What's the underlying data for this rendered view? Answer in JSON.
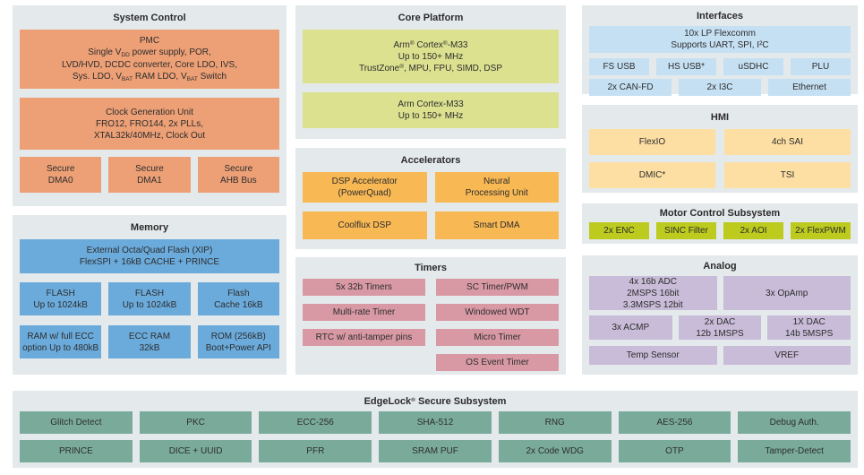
{
  "colors": {
    "section_bg": "#E4E9EB",
    "system_control_block": "#EDA076",
    "memory_block": "#6BABDC",
    "core_block": "#DBE18F",
    "accelerator_block": "#F8B854",
    "timer_block": "#D899A4",
    "interface_block": "#C6E0F3",
    "hmi_block": "#FDDFA4",
    "motor_block": "#BCCB1E",
    "analog_block": "#C8BCD8",
    "security_block": "#7AAB9A"
  },
  "sections": {
    "system_control": {
      "title": "System Control",
      "pmc": {
        "l1": "PMC",
        "l2": [
          "Single V",
          {
            "tag": "sub",
            "text": "DD"
          },
          " power supply, POR,"
        ],
        "l3": "LVD/HVD, DCDC converter, Core LDO, IVS,",
        "l4": [
          "Sys. LDO, V",
          {
            "tag": "sub",
            "text": "BAT"
          },
          " RAM LDO, V",
          {
            "tag": "sub",
            "text": "BAT"
          },
          " Switch"
        ]
      },
      "clock": "Clock Generation Unit\nFRO12, FRO144, 2x PLLs,\nXTAL32k/40MHz, Clock Out",
      "secure": [
        "Secure\nDMA0",
        "Secure\nDMA1",
        "Secure\nAHB Bus"
      ]
    },
    "memory": {
      "title": "Memory",
      "flash_xip": "External Octa/Quad Flash (XIP)\nFlexSPI + 16kB CACHE + PRINCE",
      "row1": [
        "FLASH\nUp to 1024kB",
        "FLASH\nUp to 1024kB",
        "Flash\nCache 16kB"
      ],
      "row2": [
        "RAM w/ full ECC\noption Up to 480kB",
        "ECC RAM\n32kB",
        "ROM (256kB)\nBoot+Power API"
      ]
    },
    "core_platform": {
      "title": "Core Platform",
      "cpu1": {
        "l1": [
          "Arm",
          {
            "tag": "sup",
            "text": "®"
          },
          " Cortex",
          {
            "tag": "sup",
            "text": "®"
          },
          "-M33"
        ],
        "l2": "Up to 150+ MHz",
        "l3": [
          "TrustZone",
          {
            "tag": "sup",
            "text": "®"
          },
          ", MPU, FPU, SIMD, DSP"
        ]
      },
      "cpu2": "Arm Cortex-M33\nUp to 150+ MHz"
    },
    "accelerators": {
      "title": "Accelerators",
      "blocks": [
        "DSP Accelerator\n(PowerQuad)",
        "Neural\nProcessing Unit",
        "Coolflux DSP",
        "Smart DMA"
      ]
    },
    "timers": {
      "title": "Timers",
      "left": [
        "5x 32b Timers",
        "Multi-rate Timer",
        "RTC w/ anti-tamper pins"
      ],
      "right": [
        "SC Timer/PWM",
        "Windowed WDT",
        "Micro Timer",
        "OS Event Timer"
      ]
    },
    "interfaces": {
      "title": "Interfaces",
      "flexcomm": "10x LP Flexcomm\nSupports UART, SPI, I²C",
      "row1": [
        "FS USB",
        "HS USB*",
        "uSDHC",
        "PLU"
      ],
      "row2": [
        "2x CAN-FD",
        "2x I3C",
        "Ethernet"
      ]
    },
    "hmi": {
      "title": "HMI",
      "blocks": [
        "FlexIO",
        "4ch SAI",
        "DMIC*",
        "TSI"
      ]
    },
    "motor": {
      "title": "Motor Control Subsystem",
      "blocks": [
        "2x ENC",
        "SINC Filter",
        "2x AOI",
        "2x FlexPWM"
      ]
    },
    "analog": {
      "title": "Analog",
      "adc": "4x 16b ADC\n2MSPS 16bit\n3.3MSPS 12bit",
      "opamp": "3x OpAmp",
      "row2": [
        "3x ACMP",
        "2x DAC\n12b 1MSPS",
        "1X DAC\n14b 5MSPS"
      ],
      "row3": [
        "Temp Sensor",
        "VREF"
      ]
    },
    "edgelock": {
      "title": [
        "EdgeLock",
        {
          "tag": "sup",
          "text": "®"
        },
        " Secure Subsystem"
      ],
      "row1": [
        "Glitch Detect",
        "PKC",
        "ECC-256",
        "SHA-512",
        "RNG",
        "AES-256",
        "Debug Auth."
      ],
      "row2": [
        "PRINCE",
        "DICE + UUID",
        "PFR",
        "SRAM PUF",
        "2x Code WDG",
        "OTP",
        "Tamper-Detect"
      ]
    }
  }
}
